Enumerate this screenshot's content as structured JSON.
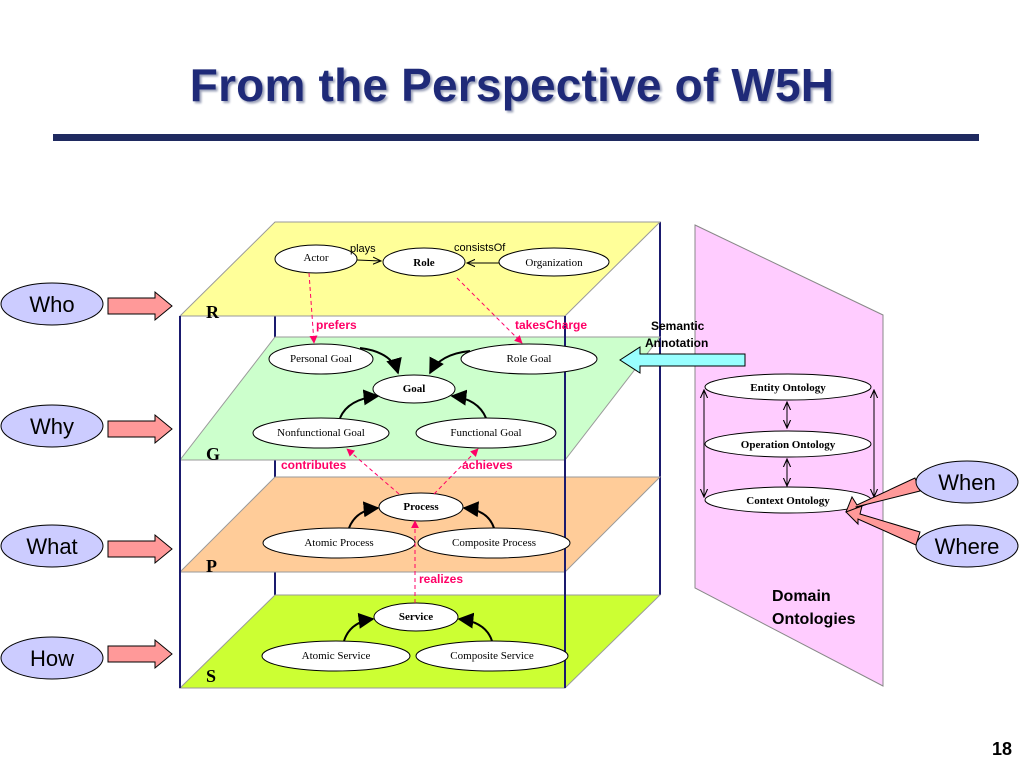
{
  "slide": {
    "title": "From the Perspective of W5H",
    "page_number": "18",
    "colors": {
      "title": "#1f2a78",
      "rule": "#1f2a60",
      "plane_role": "#ffff99",
      "plane_goal": "#ccffcc",
      "plane_process": "#ffcc99",
      "plane_service": "#ccff33",
      "domain_panel": "#ffccff",
      "question_fill": "#ccccff",
      "arrow_fill": "#ff9999",
      "relation_text": "#ff0066",
      "annotation_arrow": "#99ffff"
    }
  },
  "questions": {
    "who": "Who",
    "why": "Why",
    "what": "What",
    "how": "How",
    "when": "When",
    "where": "Where"
  },
  "layers": {
    "role": {
      "letter": "R",
      "actor": "Actor",
      "role": "Role",
      "organization": "Organization",
      "plays": "plays",
      "consists_of": "consistsOf"
    },
    "goal": {
      "letter": "G",
      "personal_goal": "Personal Goal",
      "role_goal": "Role Goal",
      "goal": "Goal",
      "nonfunctional_goal": "Nonfunctional Goal",
      "functional_goal": "Functional Goal"
    },
    "process": {
      "letter": "P",
      "process": "Process",
      "atomic_process": "Atomic Process",
      "composite_process": "Composite Process"
    },
    "service": {
      "letter": "S",
      "service": "Service",
      "atomic_service": "Atomic Service",
      "composite_service": "Composite Service"
    }
  },
  "relations": {
    "prefers": "prefers",
    "takes_charge": "takesCharge",
    "contributes": "contributes",
    "achieves": "achieves",
    "realizes": "realizes"
  },
  "annotation": {
    "line1": "Semantic",
    "line2": "Annotation"
  },
  "domain": {
    "entity": "Entity Ontology",
    "operation": "Operation Ontology",
    "context": "Context Ontology",
    "label_line1": "Domain",
    "label_line2": "Ontologies"
  }
}
